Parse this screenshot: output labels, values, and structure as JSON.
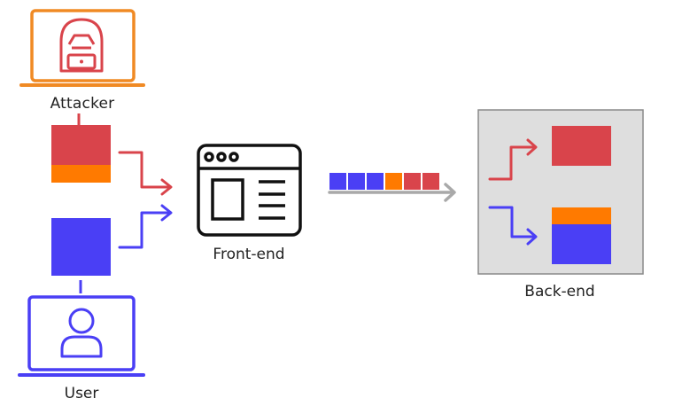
{
  "labels": {
    "attacker": "Attacker",
    "user": "User",
    "frontend": "Front-end",
    "backend": "Back-end"
  },
  "colors": {
    "attacker": "#d9444b",
    "attacker_accent": "#ff7a00",
    "attacker_laptop": "#f08a24",
    "user": "#4a3ff5",
    "neutral_arrow": "#a9a9a9",
    "backend_panel": "#dedede",
    "backend_border": "#8a8a8a",
    "ink": "#111111"
  },
  "icons": {
    "attacker_icon": "hooded-hacker-laptop-icon",
    "user_icon": "user-laptop-icon",
    "frontend_icon": "browser-window-icon"
  },
  "request_stream": [
    "user",
    "user",
    "user",
    "attacker_accent",
    "attacker",
    "attacker"
  ]
}
